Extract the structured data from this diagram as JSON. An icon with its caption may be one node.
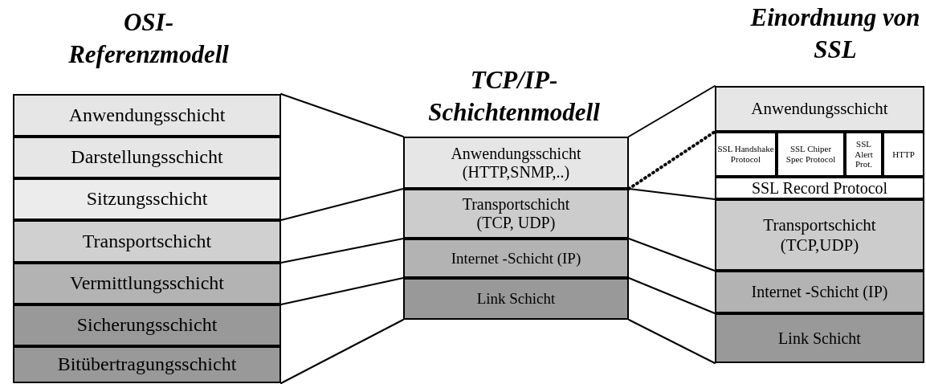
{
  "diagram": {
    "nodes": [
      {
        "text": [
          "Anwendungsschicht"
        ]
      },
      {
        "text": [
          "Darstellungsschicht"
        ]
      },
      {
        "text": [
          "Sitzungsschicht"
        ]
      },
      {
        "text": [
          "Transportschicht"
        ]
      },
      {
        "text": [
          "Vermittlungsschicht"
        ]
      },
      {
        "text": [
          "Sicherungsschicht"
        ]
      },
      {
        "text": [
          "Bitübertragungsschicht"
        ]
      },
      {
        "text": [
          "Anwendungsschicht (HTTP,SNMP,..)"
        ]
      },
      {
        "text": [
          "Transportschicht (TCP, UDP)"
        ]
      },
      {
        "text": [
          "Internet -Schicht (IP)"
        ]
      },
      {
        "text": [
          "Link Schicht"
        ]
      },
      {
        "text": [
          "Anwendungsschicht"
        ]
      },
      {
        "text": [
          "SSL Handshake Protocol"
        ]
      },
      {
        "text": [
          "SSL Chiper Spec Protocol"
        ]
      },
      {
        "text": [
          "SSL Alert Prot."
        ]
      },
      {
        "text": [
          "HTTP"
        ]
      },
      {
        "text": [
          "SSL Record Protocol"
        ]
      },
      {
        "text": [
          "Transportschicht (TCP,UDP)"
        ]
      },
      {
        "text": [
          "Internet -Schicht (IP)"
        ]
      },
      {
        "text": [
          "Link Schicht"
        ]
      }
    ],
    "edges": [
      {
        "from": 0,
        "to": 7,
        "arrow": "none"
      },
      {
        "from": 2,
        "to": 7,
        "arrow": "none"
      },
      {
        "from": 3,
        "to": 8,
        "arrow": "none"
      },
      {
        "from": 4,
        "to": 9,
        "arrow": "none"
      },
      {
        "from": 6,
        "to": 10,
        "arrow": "none"
      },
      {
        "from": 7,
        "to": 11,
        "arrow": "none"
      },
      {
        "from": 7,
        "to": 12,
        "arrow": "none",
        "style": "dashed"
      },
      {
        "from": 8,
        "to": 16,
        "arrow": "none"
      },
      {
        "from": 8,
        "to": 17,
        "arrow": "none"
      },
      {
        "from": 9,
        "to": 18,
        "arrow": "none"
      },
      {
        "from": 10,
        "to": 19,
        "arrow": "none"
      }
    ],
    "labels": [
      "OSI- Referenzmodell",
      "TCP/IP- Schichtenmodell",
      "Einordnung von SSL"
    ]
  }
}
